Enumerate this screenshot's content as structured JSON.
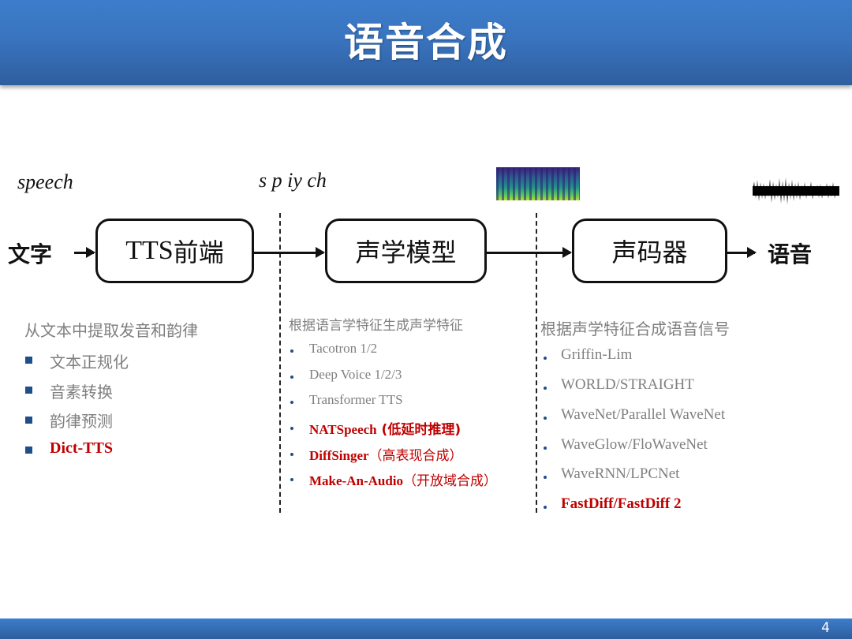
{
  "header": {
    "title": "语音合成"
  },
  "footer": {
    "page_number": "4"
  },
  "representations": {
    "text_example": "speech",
    "phoneme_example": "s p iy ch",
    "spectrogram_icon": "mel-spectrogram-image",
    "waveform_icon": "audio-waveform-image"
  },
  "pipeline": {
    "input_label": "文字",
    "output_label": "语音",
    "stages": [
      {
        "label_latin": "TTS",
        "label_cjk": "前端"
      },
      {
        "label_latin": "",
        "label_cjk": "声学模型"
      },
      {
        "label_latin": "",
        "label_cjk": "声码器"
      }
    ]
  },
  "columns": [
    {
      "heading": "从文本中提取发音和韵律",
      "bullet_style": "square",
      "items": [
        {
          "text": "文本正规化",
          "highlight": false
        },
        {
          "text": "音素转换",
          "highlight": false
        },
        {
          "text": "韵律预测",
          "highlight": false
        },
        {
          "text": "Dict-TTS",
          "highlight": true
        }
      ]
    },
    {
      "heading": "根据语言学特征生成声学特征",
      "bullet_style": "dot",
      "items": [
        {
          "text": "Tacotron 1/2",
          "highlight": false
        },
        {
          "text": "Deep Voice 1/2/3",
          "highlight": false
        },
        {
          "text": "Transformer TTS",
          "highlight": false
        },
        {
          "text": "NATSpeech",
          "note": " (低延时推理)",
          "highlight": true
        },
        {
          "text": "DiffSinger",
          "note": "（高表现合成）",
          "highlight": true
        },
        {
          "text": "Make-An-Audio",
          "note": "（开放域合成）",
          "highlight": true
        }
      ]
    },
    {
      "heading": "根据声学特征合成语音信号",
      "bullet_style": "dot",
      "items": [
        {
          "text": "Griffin-Lim",
          "highlight": false
        },
        {
          "text": "WORLD/STRAIGHT",
          "highlight": false
        },
        {
          "text": "WaveNet/Parallel WaveNet",
          "highlight": false
        },
        {
          "text": "WaveGlow/FloWaveNet",
          "highlight": false
        },
        {
          "text": "WaveRNN/LPCNet",
          "highlight": false
        },
        {
          "text": "FastDiff/FastDiff 2",
          "highlight": true
        }
      ]
    }
  ],
  "colors": {
    "header_blue": "#3a74bf",
    "bullet_blue": "#1f4e8c",
    "highlight_red": "#c00000",
    "muted_gray": "#7f7f7f"
  }
}
